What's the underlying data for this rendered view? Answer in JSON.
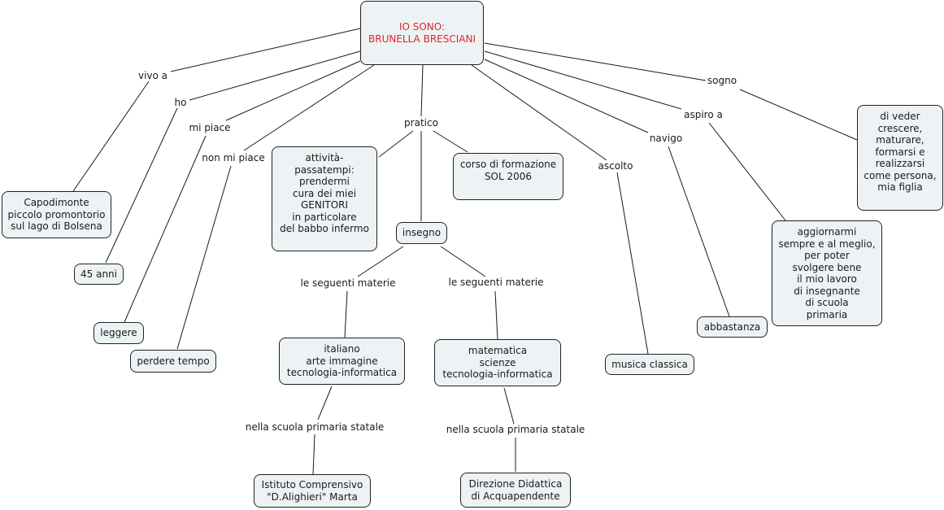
{
  "root": {
    "label": "IO SONO:\nBRUNELLA BRESCIANI",
    "text_color": "#e0242a"
  },
  "node_fill": "#edf3f5",
  "linking_phrases": {
    "vivo_a": "vivo a",
    "ho": "ho",
    "mi_piace": "mi piace",
    "non_mi_piace": "non mi piace",
    "pratico": "pratico",
    "ascolto": "ascolto",
    "navigo": "navigo",
    "aspiro_a": "aspiro a",
    "sogno": "sogno",
    "materie_left": "le seguenti materie",
    "materie_right": "le seguenti materie",
    "scuola_left": "nella scuola primaria statale",
    "scuola_right": "nella scuola primaria statale"
  },
  "concepts": {
    "capodimonte": "Capodimonte\npiccolo promontorio\nsul lago di Bolsena",
    "eta": "45 anni",
    "leggere": "leggere",
    "perdere_tempo": "perdere tempo",
    "attivita": "attività-\npassatempi:\nprendermi\ncura dei miei\nGENITORI\nin particolare\ndel babbo infermo",
    "corso": "corso di formazione\nSOL 2006",
    "insegno": "insegno",
    "materie_1": "italiano\narte immagine\ntecnologia-informatica",
    "materie_2": "matematica\nscienze\ntecnologia-informatica",
    "istituto": "Istituto Comprensivo\n\"D.Alighieri\" Marta",
    "direzione": "Direzione Didattica\ndi Acquapendente",
    "musica": "musica classica",
    "abbastanza": "abbastanza",
    "aggiornarmi": "aggiornarmi\nsempre e al meglio,\nper poter\nsvolgere bene\nil mio lavoro\ndi insegnante\ndi scuola\nprimaria",
    "figlia": "di veder\ncrescere,\nmaturare,\nformarsi e\nrealizzarsi\ncome persona,\nmia figlia"
  }
}
